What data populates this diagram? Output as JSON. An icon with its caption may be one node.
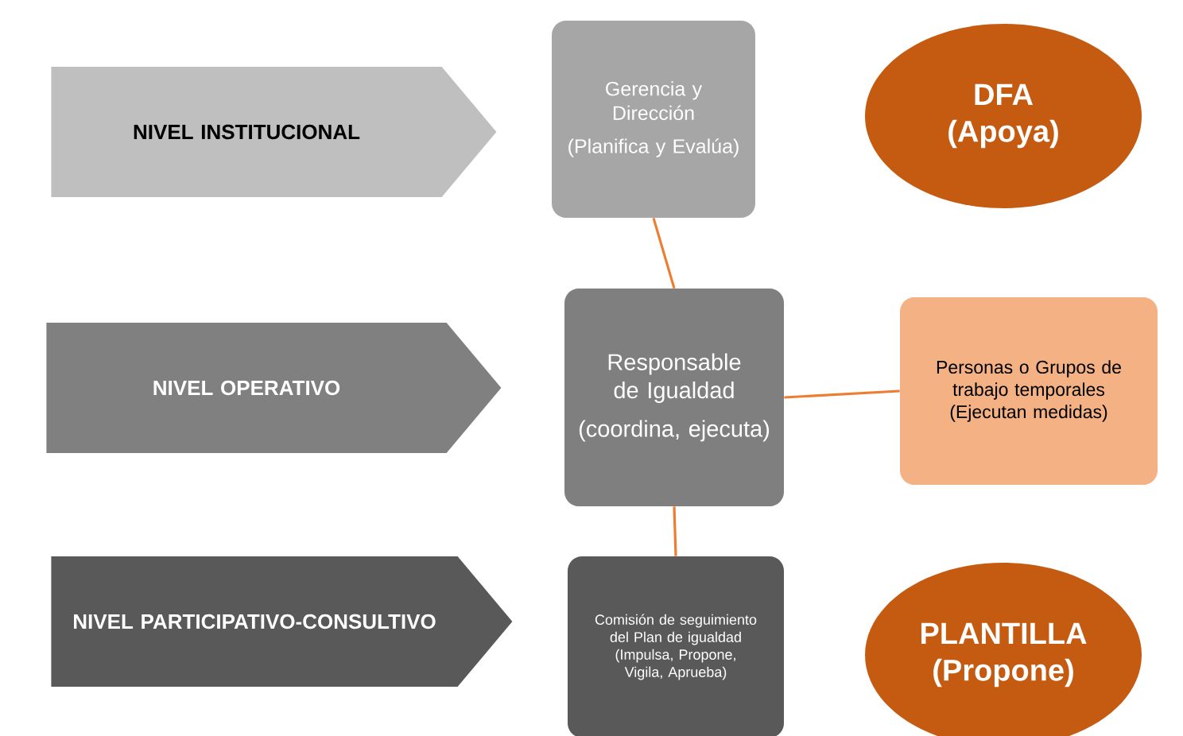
{
  "diagram": {
    "nodes": [
      {
        "text": [
          "NIVEL INSTITUCIONAL"
        ]
      },
      {
        "text": [
          "Gerencia y Dirección",
          "(Planifica y Evalúa)"
        ]
      },
      {
        "text": [
          "DFA (Apoya)"
        ]
      },
      {
        "text": [
          "NIVEL OPERATIVO"
        ]
      },
      {
        "text": [
          "Responsable de Igualdad",
          "(coordina, ejecuta)"
        ]
      },
      {
        "text": [
          "Personas o Grupos de trabajo temporales (Ejecutan medidas)"
        ]
      },
      {
        "text": [
          "NIVEL PARTICIPATIVO-CONSULTIVO"
        ]
      },
      {
        "text": [
          "Comisión de seguimiento del Plan de igualdad (Impulsa, Propone, Vigila, Aprueba)"
        ]
      },
      {
        "text": [
          "PLANTILLA (Propone)"
        ]
      }
    ],
    "edges": [
      {
        "from": 1,
        "to": 4,
        "arrow": "none"
      },
      {
        "from": 4,
        "to": 5,
        "arrow": "none"
      },
      {
        "from": 4,
        "to": 7,
        "arrow": "none"
      }
    ]
  }
}
